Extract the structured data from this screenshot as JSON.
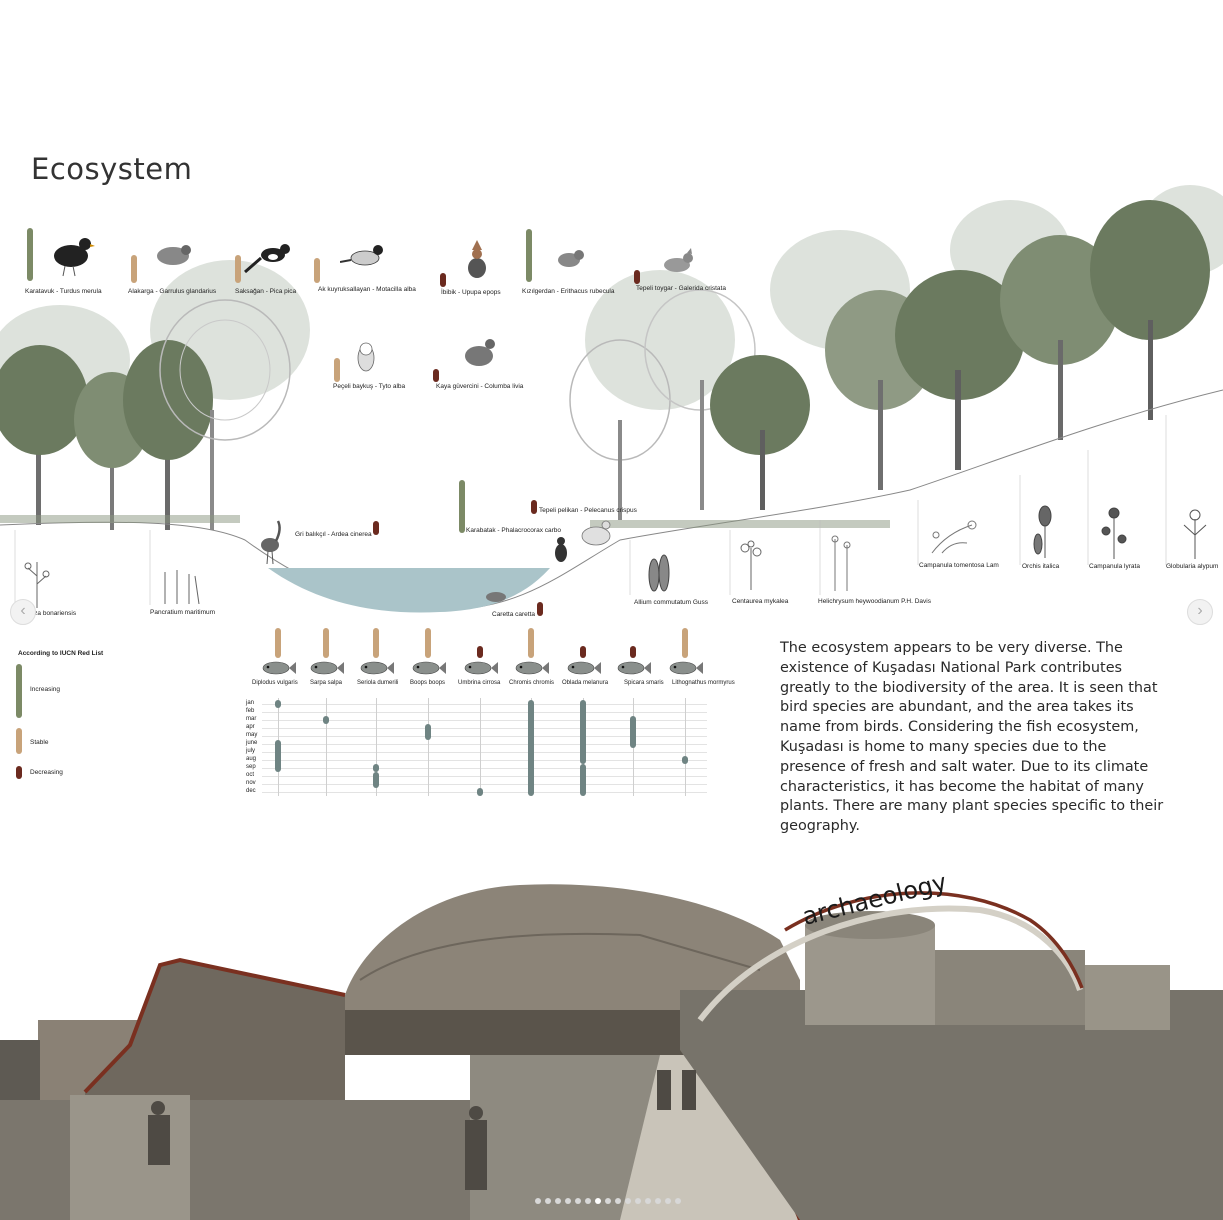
{
  "title": "Ecosystem",
  "colors": {
    "increasing": "#7c8a66",
    "stable": "#c8a37a",
    "decreasing": "#6b2a1f",
    "water": "#aac4c9",
    "tree": "#6b7a5f",
    "arch_line": "#7a3020"
  },
  "birds": [
    {
      "label": "Karatavuk - Turdus merula",
      "status": "increasing",
      "icon": "blackbird-icon"
    },
    {
      "label": "Alakarga - Garrulus glandarius",
      "status": "stable",
      "icon": "jay-icon"
    },
    {
      "label": "Saksağan - Pica pica",
      "status": "stable",
      "icon": "magpie-icon"
    },
    {
      "label": "Ak kuyruksallayan - Motacilla alba",
      "status": "stable",
      "icon": "wagtail-icon"
    },
    {
      "label": "İbibik - Upupa epops",
      "status": "decreasing",
      "icon": "hoopoe-icon"
    },
    {
      "label": "Kızılgerdan - Erithacus rubecula",
      "status": "increasing",
      "icon": "robin-icon"
    },
    {
      "label": "Tepeli toygar - Galerida cristata",
      "status": "decreasing",
      "icon": "lark-icon"
    },
    {
      "label": "Peçeli baykuş - Tyto alba",
      "status": "stable",
      "icon": "owl-icon"
    },
    {
      "label": "Kaya güvercini - Columba livia",
      "status": "decreasing",
      "icon": "pigeon-icon"
    }
  ],
  "water_birds": [
    {
      "label": "Gri balıkçıl - Ardea cinerea",
      "status": "decreasing"
    },
    {
      "label": "Karabatak - Phalacrocorax carbo",
      "status": "increasing"
    },
    {
      "label": "Tepeli pelikan - Pelecanus crispus",
      "status": "decreasing"
    },
    {
      "label": "Caretta caretta",
      "status": "decreasing"
    }
  ],
  "plants": [
    {
      "label": "Conyza bonariensis"
    },
    {
      "label": "Pancratium maritimum"
    },
    {
      "label": "Allium commutatum Guss"
    },
    {
      "label": "Centaurea mykalea"
    },
    {
      "label": "Helichrysum heywoodianum P.H. Davis"
    },
    {
      "label": "Campanula tomentosa Lam"
    },
    {
      "label": "Orchis italica"
    },
    {
      "label": "Campanula lyrata"
    },
    {
      "label": "Globularia alypum"
    }
  ],
  "legend": {
    "title": "According to IUCN Red List",
    "items": [
      {
        "label": "Increasing",
        "status": "increasing"
      },
      {
        "label": "Stable",
        "status": "stable"
      },
      {
        "label": "Decreasing",
        "status": "decreasing"
      }
    ]
  },
  "months": [
    "jan",
    "feb",
    "mar",
    "apr",
    "may",
    "june",
    "july",
    "aug",
    "sep",
    "oct",
    "nov",
    "dec"
  ],
  "fish": [
    {
      "label": "Diplodus vulgaris",
      "status": "stable",
      "ranges": [
        [
          1,
          1
        ],
        [
          6,
          9
        ]
      ]
    },
    {
      "label": "Sarpa salpa",
      "status": "stable",
      "ranges": [
        [
          3,
          3
        ]
      ]
    },
    {
      "label": "Seriola dumerili",
      "status": "stable",
      "ranges": [
        [
          9,
          9
        ],
        [
          10,
          11
        ]
      ]
    },
    {
      "label": "Boops boops",
      "status": "stable",
      "ranges": [
        [
          4,
          5
        ]
      ]
    },
    {
      "label": "Umbrina cirrosa",
      "status": "decreasing",
      "ranges": [
        [
          12,
          12
        ]
      ]
    },
    {
      "label": "Chromis chromis",
      "status": "stable",
      "ranges": [
        [
          1,
          12
        ]
      ]
    },
    {
      "label": "Oblada melanura",
      "status": "decreasing",
      "ranges": [
        [
          1,
          8
        ],
        [
          9,
          12
        ]
      ]
    },
    {
      "label": "Spicara smaris",
      "status": "decreasing",
      "ranges": [
        [
          3,
          6
        ]
      ]
    },
    {
      "label": "Lithognathus mormyrus",
      "status": "stable",
      "ranges": [
        [
          8,
          8
        ]
      ]
    }
  ],
  "paragraph": "The ecosystem appears to be very diverse. The existence of Kuşadası National Park contributes greatly to the biodiversity of the area. It is seen that bird species are abundant, and the area takes its name from birds. Considering the fish ecosystem, Kuşadası is home to many species due to the presence of fresh and salt water. Due to its climate characteristics, it has become the habitat of many plants. There are many plant species specific to their geography.",
  "archaeology_label": "archaeology",
  "carousel": {
    "prev": "‹",
    "next": "›",
    "page_count": 15,
    "active_index": 6
  }
}
